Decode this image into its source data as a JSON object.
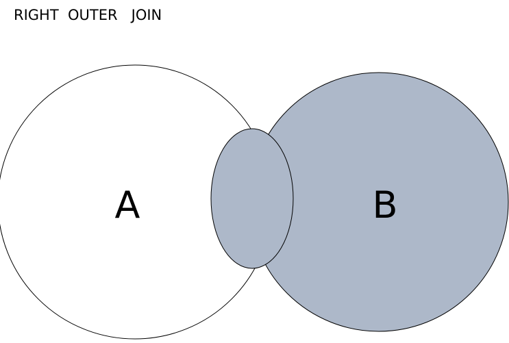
{
  "diagram": {
    "title": "RIGHT  OUTER   JOIN",
    "sets": [
      {
        "label": "A",
        "fill": "#ffffff",
        "stroke": "#000000"
      },
      {
        "label": "B",
        "fill": "#adb8c9",
        "stroke": "#000000"
      }
    ],
    "intersection": {
      "fill": "#adb8c9",
      "stroke": "#000000"
    }
  }
}
